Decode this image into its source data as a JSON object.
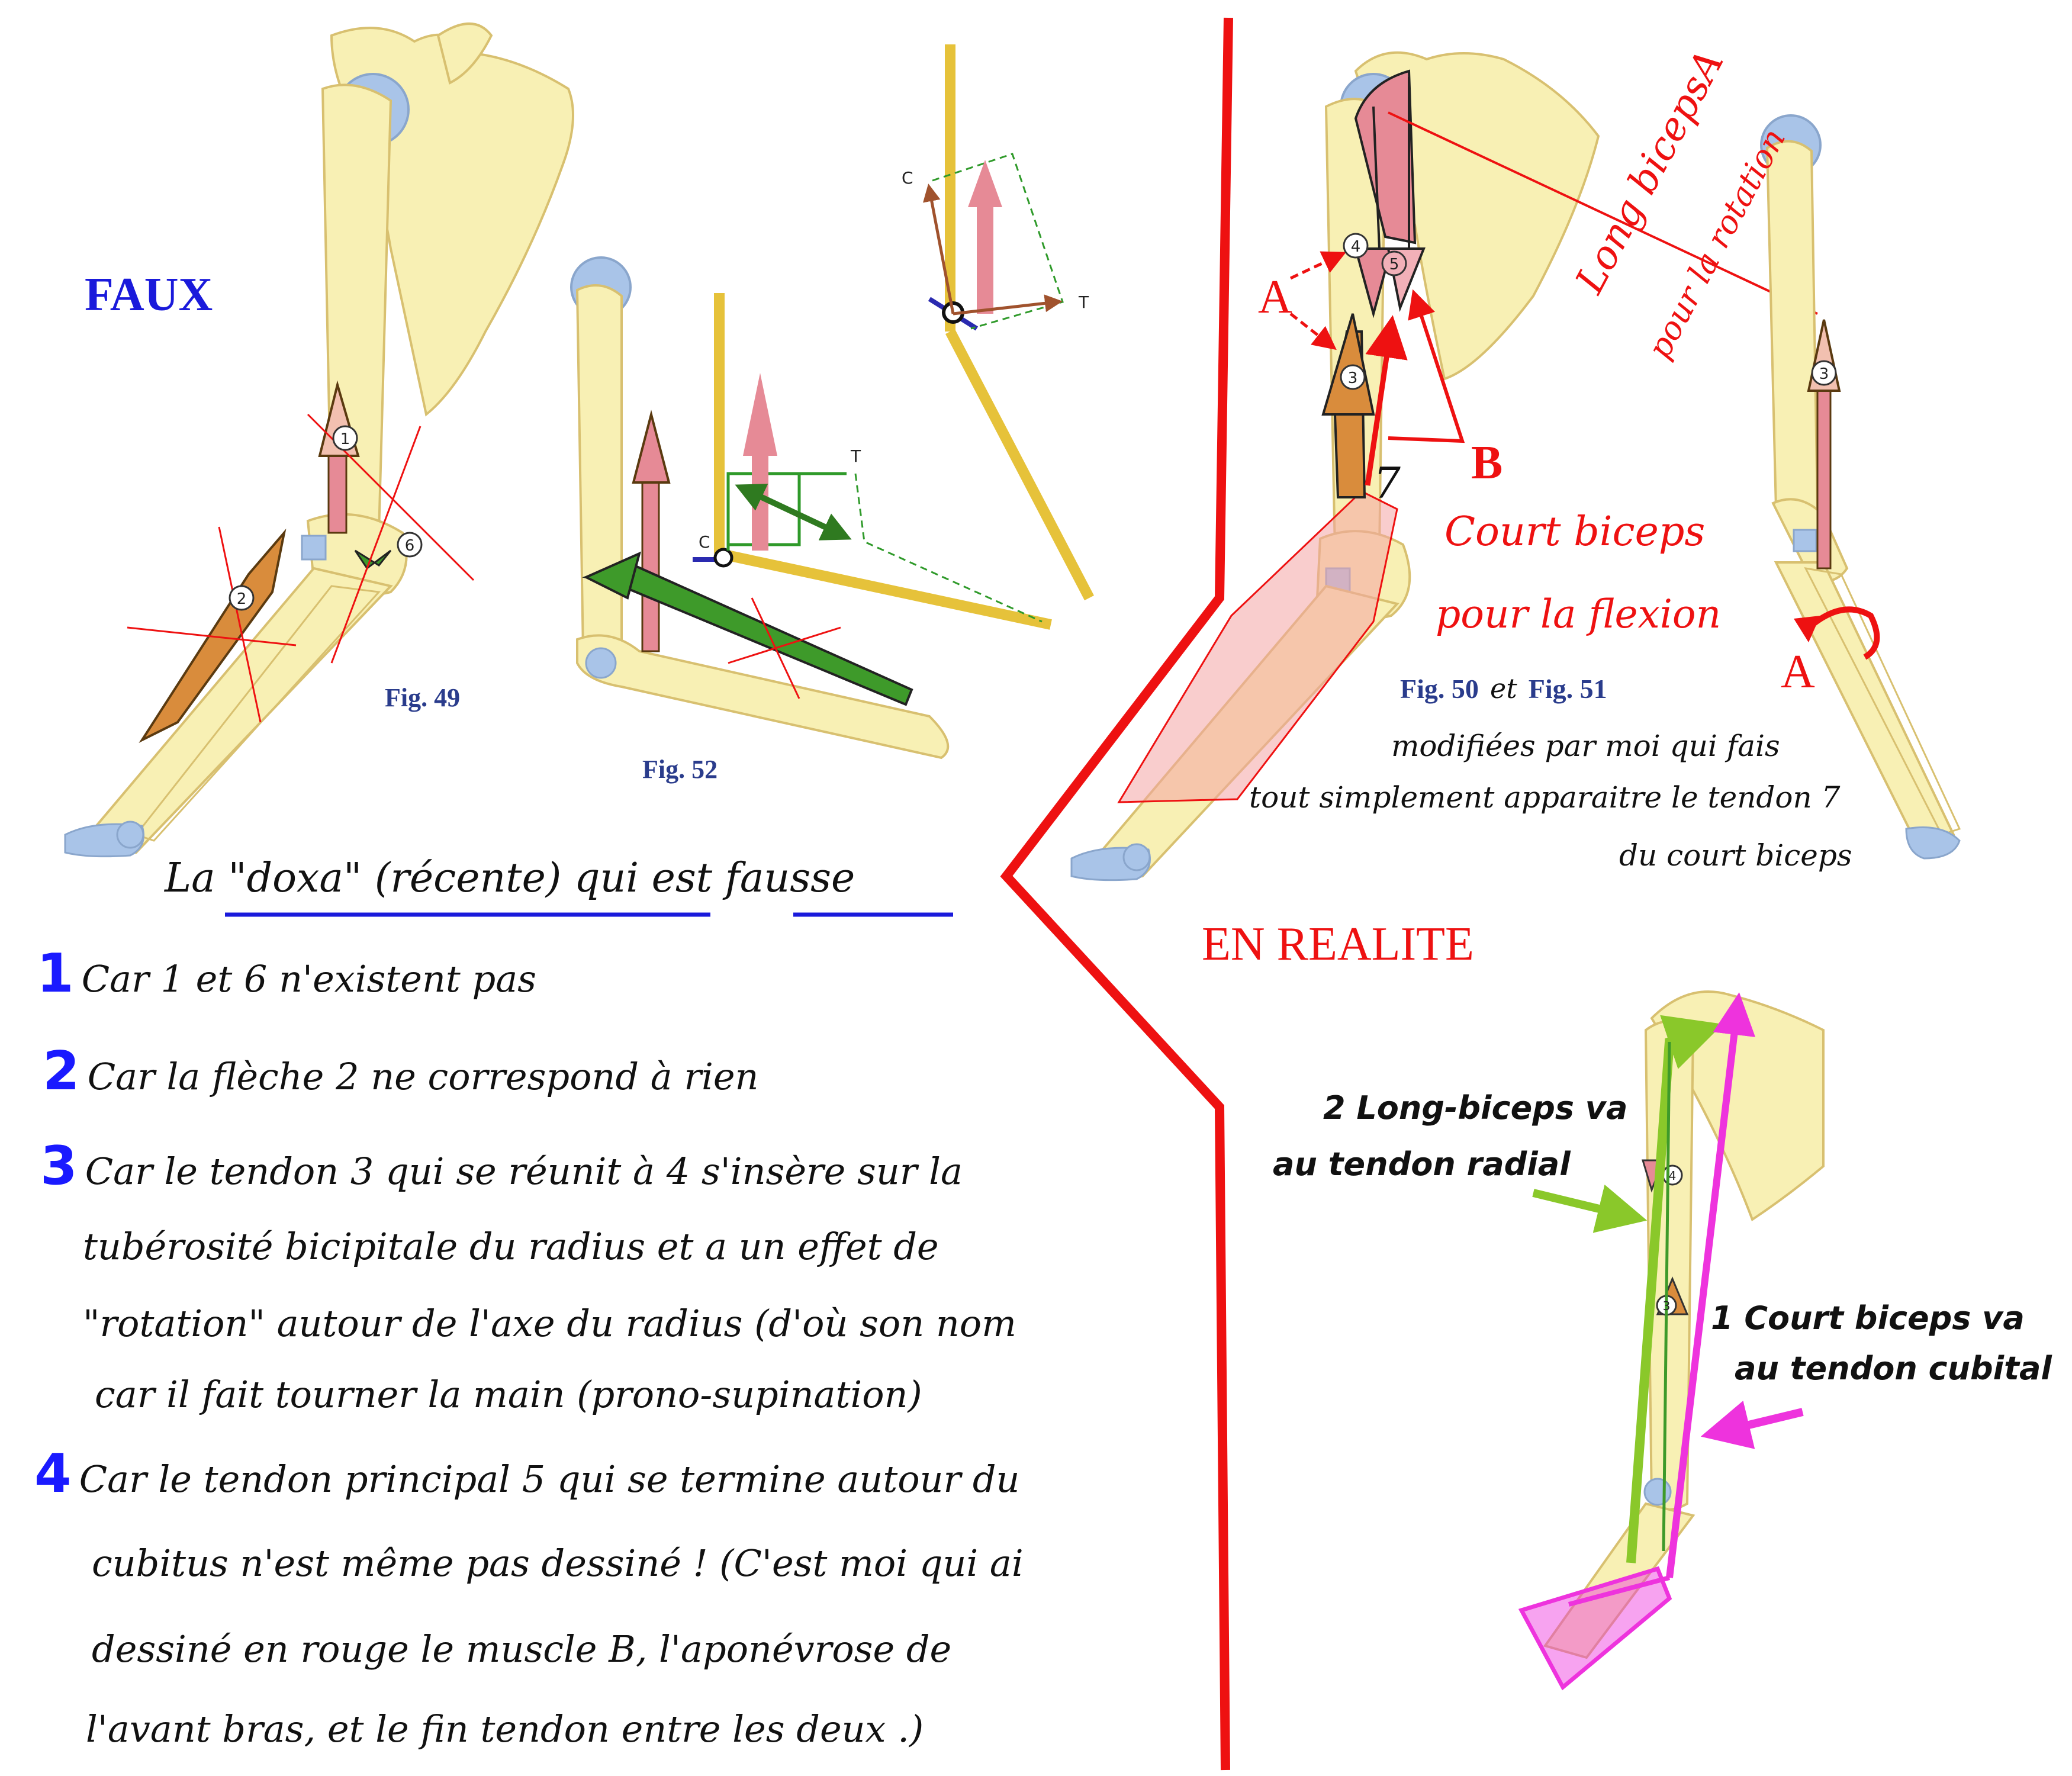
{
  "colors": {
    "bone": "#f8f0b4",
    "bone_stroke": "#d8c070",
    "cartilage": "#a9c4e8",
    "red": "#ee1111",
    "blue": "#1a1adb",
    "pink_arrow": "#e68a96",
    "tendon_orange": "#d98c3c",
    "green": "#3e9a2a",
    "lime": "#8ac82a",
    "magenta": "#ee33dd",
    "axis_blue": "#2a2ab0",
    "fig_label": "#2a3c8c"
  },
  "left_panel": {
    "title": "FAUX",
    "fig49_label": "Fig. 49",
    "fig52_label": "Fig. 52",
    "markers": [
      "1",
      "2",
      "6"
    ],
    "vector_c": "C",
    "vector_t": "T",
    "doxa_heading": "La \"doxa\" (récente) qui est fausse",
    "reasons": [
      {
        "number": "1",
        "lines": [
          "Car 1 et 6  n'existent pas"
        ]
      },
      {
        "number": "2",
        "lines": [
          "Car la flèche 2 ne correspond à rien"
        ]
      },
      {
        "number": "3",
        "lines": [
          "Car le tendon 3 qui se réunit à 4 s'insère sur la",
          "tubérosité bicipitale du radius et a un effet de",
          "\"rotation\" autour de l'axe du radius (d'où son nom",
          "car il fait tourner la main (prono-supination)"
        ]
      },
      {
        "number": "4",
        "lines": [
          "Car le tendon principal 5 qui se termine autour du",
          "cubitus n'est même pas dessiné ! (C'est moi qui ai",
          "dessiné en rouge le muscle B, l'aponévrose de",
          "l'avant bras, et le fin tendon entre les deux .)"
        ]
      }
    ]
  },
  "right_panel": {
    "title": "EN REALITE",
    "label_a": "A",
    "label_b": "B",
    "tendon_7": "7",
    "markers": [
      "4",
      "5",
      "3"
    ],
    "long_biceps_line1": "Long bicepsA",
    "long_biceps_line2": "pour la rotation",
    "court_biceps_line1": "Court biceps",
    "court_biceps_line2": "pour la flexion",
    "fig50_label": "Fig. 50",
    "fig_join": "et",
    "fig51_label": "Fig. 51",
    "note_lines": [
      "modifiées par moi qui fais",
      "tout simplement apparaitre le tendon 7",
      "du court biceps"
    ],
    "bottom_label_long_1": "2 Long-biceps va",
    "bottom_label_long_2": "au tendon radial",
    "bottom_label_court_1": "1  Court biceps va",
    "bottom_label_court_2": "au tendon cubital"
  }
}
